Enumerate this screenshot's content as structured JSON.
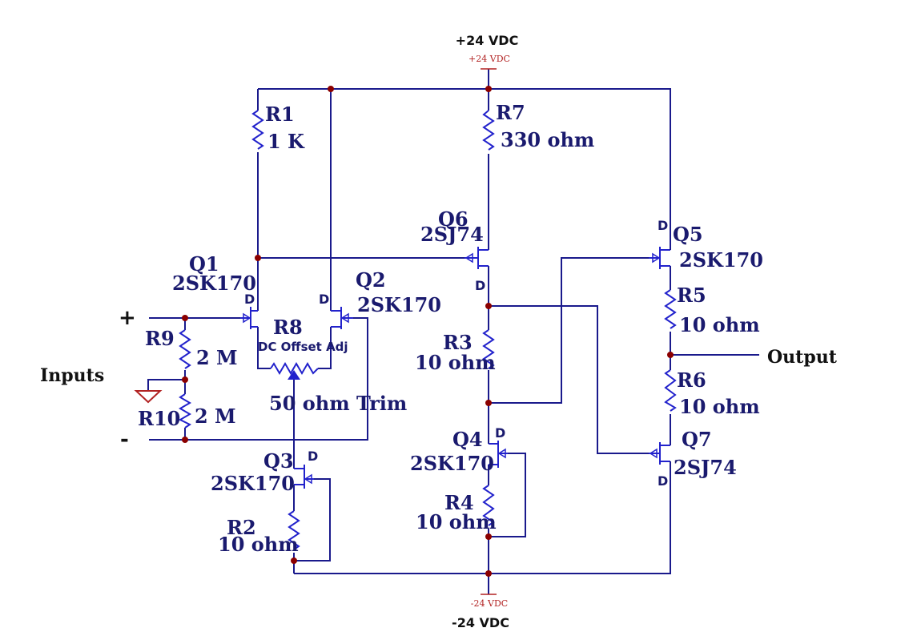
{
  "rails": {
    "pos_title": "+24 VDC",
    "pos_small": "+24 VDC",
    "neg_title": "-24 VDC",
    "neg_small": "-24 VDC"
  },
  "inputs": {
    "label": "Inputs",
    "plus": "+",
    "minus": "-"
  },
  "output": {
    "label": "Output"
  },
  "resistors": {
    "R1": {
      "ref": "R1",
      "value": "1 K"
    },
    "R2": {
      "ref": "R2",
      "value": "10 ohm"
    },
    "R3": {
      "ref": "R3",
      "value": "10 ohm"
    },
    "R4": {
      "ref": "R4",
      "value": "10 ohm"
    },
    "R5": {
      "ref": "R5",
      "value": "10 ohm"
    },
    "R6": {
      "ref": "R6",
      "value": "10 ohm"
    },
    "R7": {
      "ref": "R7",
      "value": "330 ohm"
    },
    "R8": {
      "ref": "R8",
      "function": "DC Offset Adj",
      "value": "50 ohm Trim"
    },
    "R9": {
      "ref": "R9",
      "value": "2 M"
    },
    "R10": {
      "ref": "R10",
      "value": "2 M"
    }
  },
  "transistors": {
    "Q1": {
      "ref": "Q1",
      "part": "2SK170",
      "pin": "D"
    },
    "Q2": {
      "ref": "Q2",
      "part": "2SK170",
      "pin": "D"
    },
    "Q3": {
      "ref": "Q3",
      "part": "2SK170",
      "pin": "D"
    },
    "Q4": {
      "ref": "Q4",
      "part": "2SK170",
      "pin": "D"
    },
    "Q5": {
      "ref": "Q5",
      "part": "2SK170",
      "pin": "D"
    },
    "Q6": {
      "ref": "Q6",
      "part": "2SJ74",
      "pin": "D"
    },
    "Q7": {
      "ref": "Q7",
      "part": "2SJ74",
      "pin": "D"
    }
  }
}
